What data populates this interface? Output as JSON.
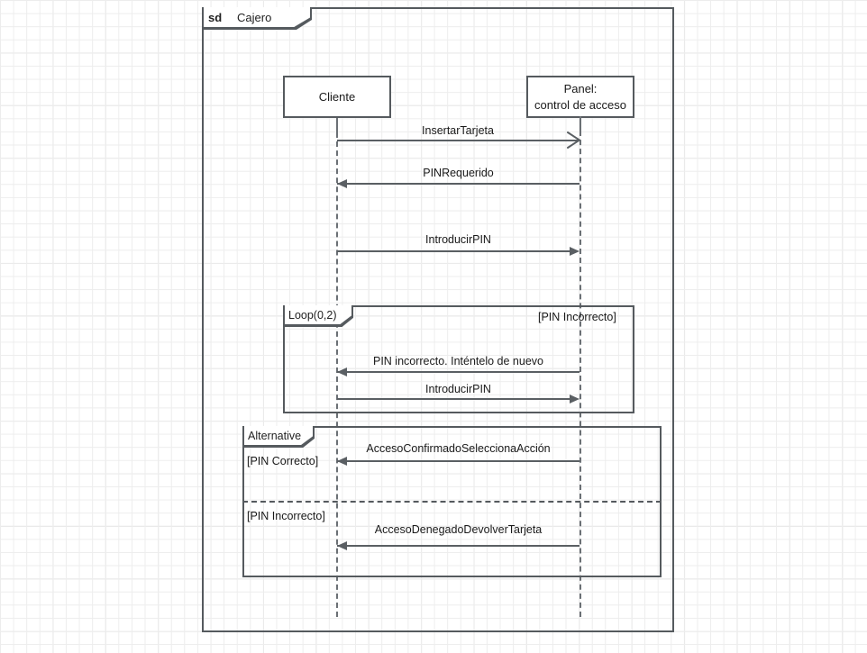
{
  "diagram": {
    "frame": {
      "keyword": "sd",
      "name": "Cajero"
    },
    "participants": [
      {
        "id": "cliente",
        "label": "Cliente"
      },
      {
        "id": "panel",
        "label_line1": "Panel:",
        "label_line2": "control de acceso"
      }
    ],
    "messages": [
      {
        "id": "m1",
        "label": "InsertarTarjeta",
        "from": "cliente",
        "to": "panel",
        "arrow": "open-right"
      },
      {
        "id": "m2",
        "label": "PINRequerido",
        "from": "panel",
        "to": "cliente",
        "arrow": "solid-left"
      },
      {
        "id": "m3",
        "label": "IntroducirPIN",
        "from": "cliente",
        "to": "panel",
        "arrow": "solid-right"
      },
      {
        "id": "m4",
        "label": "PIN incorrecto. Inténtelo de nuevo",
        "from": "panel",
        "to": "cliente",
        "arrow": "solid-left"
      },
      {
        "id": "m5",
        "label": "IntroducirPIN",
        "from": "cliente",
        "to": "panel",
        "arrow": "solid-right"
      },
      {
        "id": "m6",
        "label": "AccesoConfirmadoSeleccionaAcción",
        "from": "panel",
        "to": "cliente",
        "arrow": "solid-left"
      },
      {
        "id": "m7",
        "label": "AccesoDenegadoDevolverTarjeta",
        "from": "panel",
        "to": "cliente",
        "arrow": "solid-left"
      }
    ],
    "fragments": [
      {
        "id": "loop",
        "operator": "Loop(0,2)",
        "guard": "[PIN Incorrecto]"
      },
      {
        "id": "alternative",
        "operator": "Alternative",
        "guard_first": "[PIN Correcto]",
        "guard_second": "[PIN Incorrecto]"
      }
    ],
    "colors": {
      "stroke": "#555a5e",
      "lifeline": "#6b7075",
      "message": "#5a5f63",
      "text": "#1a1a1a",
      "background": "#ffffff",
      "grid_minor": "#ededed",
      "grid_major": "#dcdcdc"
    }
  }
}
